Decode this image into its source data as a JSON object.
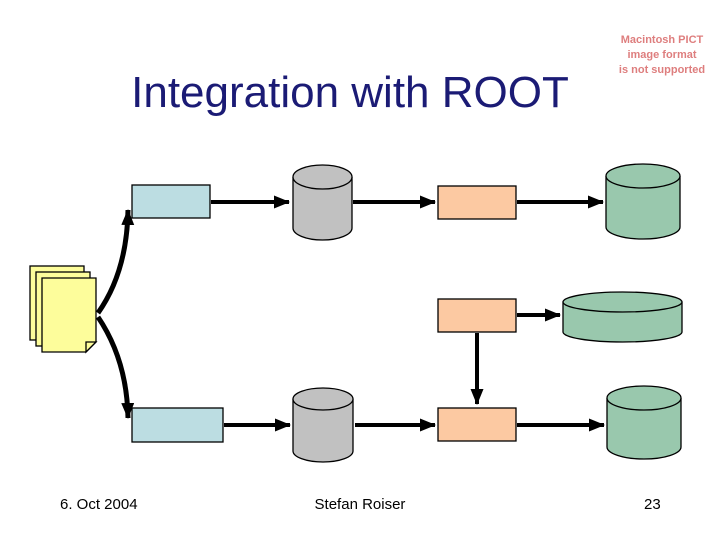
{
  "slide": {
    "title": "Integration with ROOT",
    "pict_notice": {
      "lines": [
        "Macintosh PICT",
        "image format",
        "is not supported"
      ]
    },
    "footer": {
      "date": "6. Oct 2004",
      "author": "Stefan Roiser",
      "page_number": "23"
    }
  },
  "colors": {
    "title_text": "#1b1b75",
    "pict_notice_text": "#de7e7e",
    "footer_text": "#000000",
    "process_box_blue": "#bcdde2",
    "process_box_orange": "#fcc9a2",
    "datastore_gray": "#c1c1c1",
    "datastore_green": "#99c8ad",
    "document_yellow": "#fdfd9b",
    "shape_outline": "#000000",
    "connector": "#000000",
    "background": "#ffffff"
  },
  "diagram_summary": {
    "type": "flow-diagram",
    "description": "A yellow document stack branches via two curved arrows into two parallel pipelines (top and bottom): blue box -> gray cylinder -> orange box -> green cylinder. A middle orange box points right to a wide flat green cylinder and down into the bottom orange box.",
    "nodes": [
      {
        "id": "document-stack",
        "shape": "stacked-documents",
        "color": "document_yellow"
      },
      {
        "id": "process-box-blue-top",
        "shape": "rectangle",
        "color": "process_box_blue"
      },
      {
        "id": "db-cylinder-gray-top",
        "shape": "cylinder",
        "color": "datastore_gray"
      },
      {
        "id": "process-box-orange-top",
        "shape": "rectangle",
        "color": "process_box_orange"
      },
      {
        "id": "db-cylinder-green-top",
        "shape": "cylinder",
        "color": "datastore_green"
      },
      {
        "id": "process-box-orange-middle",
        "shape": "rectangle",
        "color": "process_box_orange"
      },
      {
        "id": "db-cylinder-green-middle",
        "shape": "flat-cylinder",
        "color": "datastore_green"
      },
      {
        "id": "process-box-blue-bottom",
        "shape": "rectangle",
        "color": "process_box_blue"
      },
      {
        "id": "db-cylinder-gray-bottom",
        "shape": "cylinder",
        "color": "datastore_gray"
      },
      {
        "id": "process-box-orange-bottom",
        "shape": "rectangle",
        "color": "process_box_orange"
      },
      {
        "id": "db-cylinder-green-bottom",
        "shape": "cylinder",
        "color": "datastore_green"
      }
    ],
    "edges": [
      {
        "from": "document-stack",
        "to": "process-box-blue-top",
        "style": "curved-arrow"
      },
      {
        "from": "document-stack",
        "to": "process-box-blue-bottom",
        "style": "curved-arrow"
      },
      {
        "from": "process-box-blue-top",
        "to": "db-cylinder-gray-top",
        "style": "arrow"
      },
      {
        "from": "db-cylinder-gray-top",
        "to": "process-box-orange-top",
        "style": "arrow"
      },
      {
        "from": "process-box-orange-top",
        "to": "db-cylinder-green-top",
        "style": "arrow"
      },
      {
        "from": "process-box-orange-middle",
        "to": "db-cylinder-green-middle",
        "style": "arrow"
      },
      {
        "from": "process-box-orange-middle",
        "to": "process-box-orange-bottom",
        "style": "arrow-down"
      },
      {
        "from": "process-box-blue-bottom",
        "to": "db-cylinder-gray-bottom",
        "style": "arrow"
      },
      {
        "from": "db-cylinder-gray-bottom",
        "to": "process-box-orange-bottom",
        "style": "arrow"
      },
      {
        "from": "process-box-orange-bottom",
        "to": "db-cylinder-green-bottom",
        "style": "arrow"
      }
    ]
  }
}
